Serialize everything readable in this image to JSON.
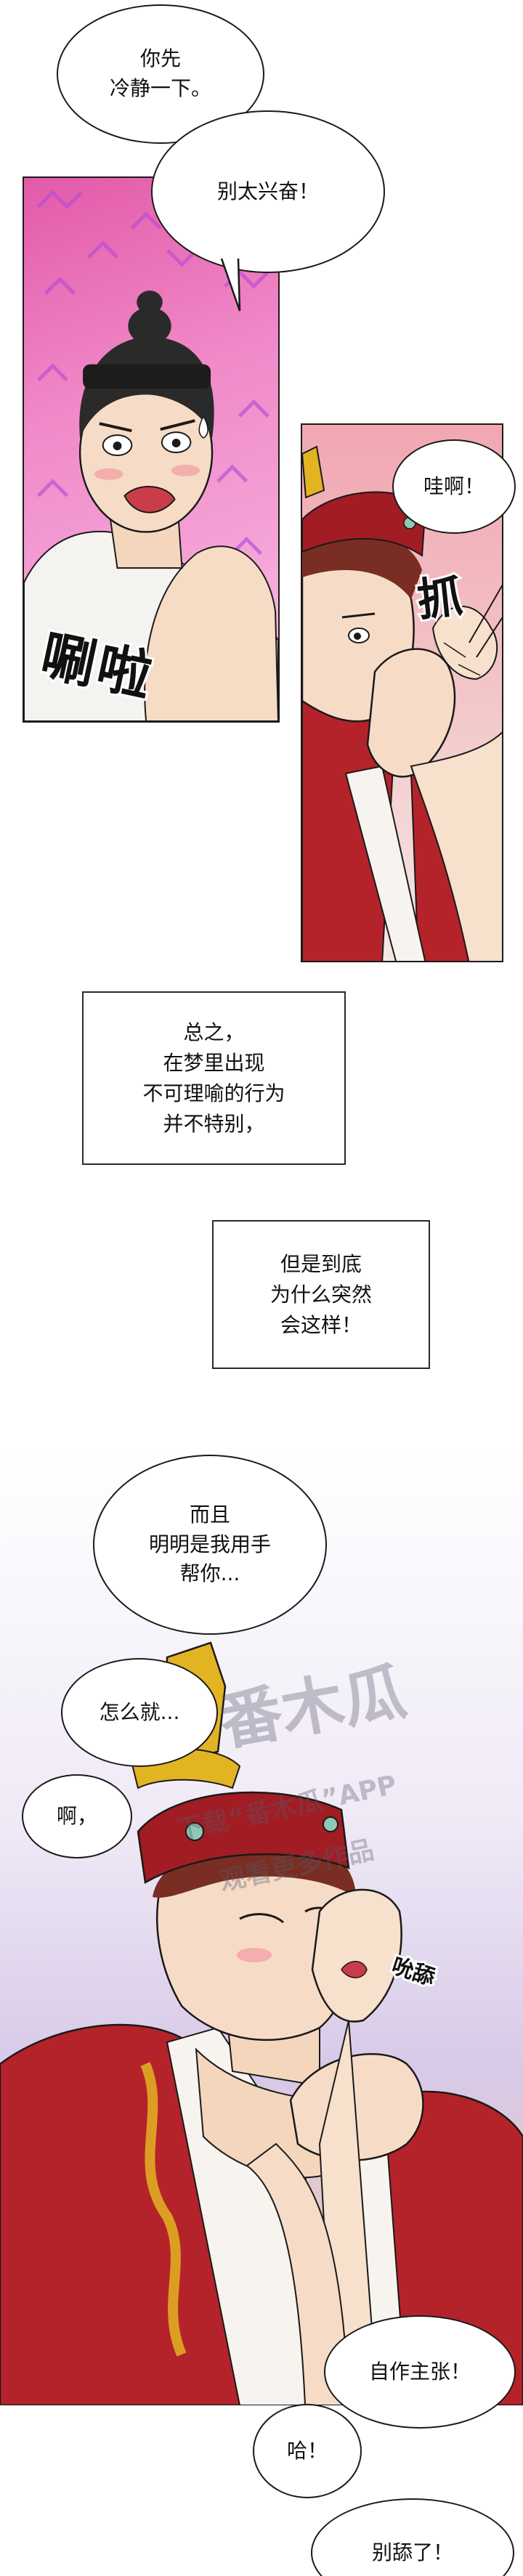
{
  "bubbles": {
    "calm_down": "你先\n冷静一下。",
    "dont_excited": "别太兴奋！",
    "wow": "哇啊！",
    "moreover": "而且\n明明是我用手\n帮你...",
    "how_come": "怎么就...",
    "ah": "啊，",
    "presumptuous": "自作主张！",
    "ha": "哈！",
    "dont_lick": "别舔了！"
  },
  "sfx": {
    "whoosh": "唰啦",
    "grab": "抓",
    "lick": "吮舔"
  },
  "narration": {
    "box1": "总之，\n在梦里出现\n不可理喻的行为\n并不特别，",
    "box2": "但是到底\n为什么突然\n会这样！"
  },
  "watermark": {
    "brand": "番木瓜",
    "line1": "下载“番木瓜”APP",
    "line2": "观看更多作品"
  },
  "colors": {
    "panel1_bg": "#e35aa8",
    "robe_red": "#b5232a",
    "hat_gold": "#e2b422",
    "hair": "#2a2a2a"
  }
}
